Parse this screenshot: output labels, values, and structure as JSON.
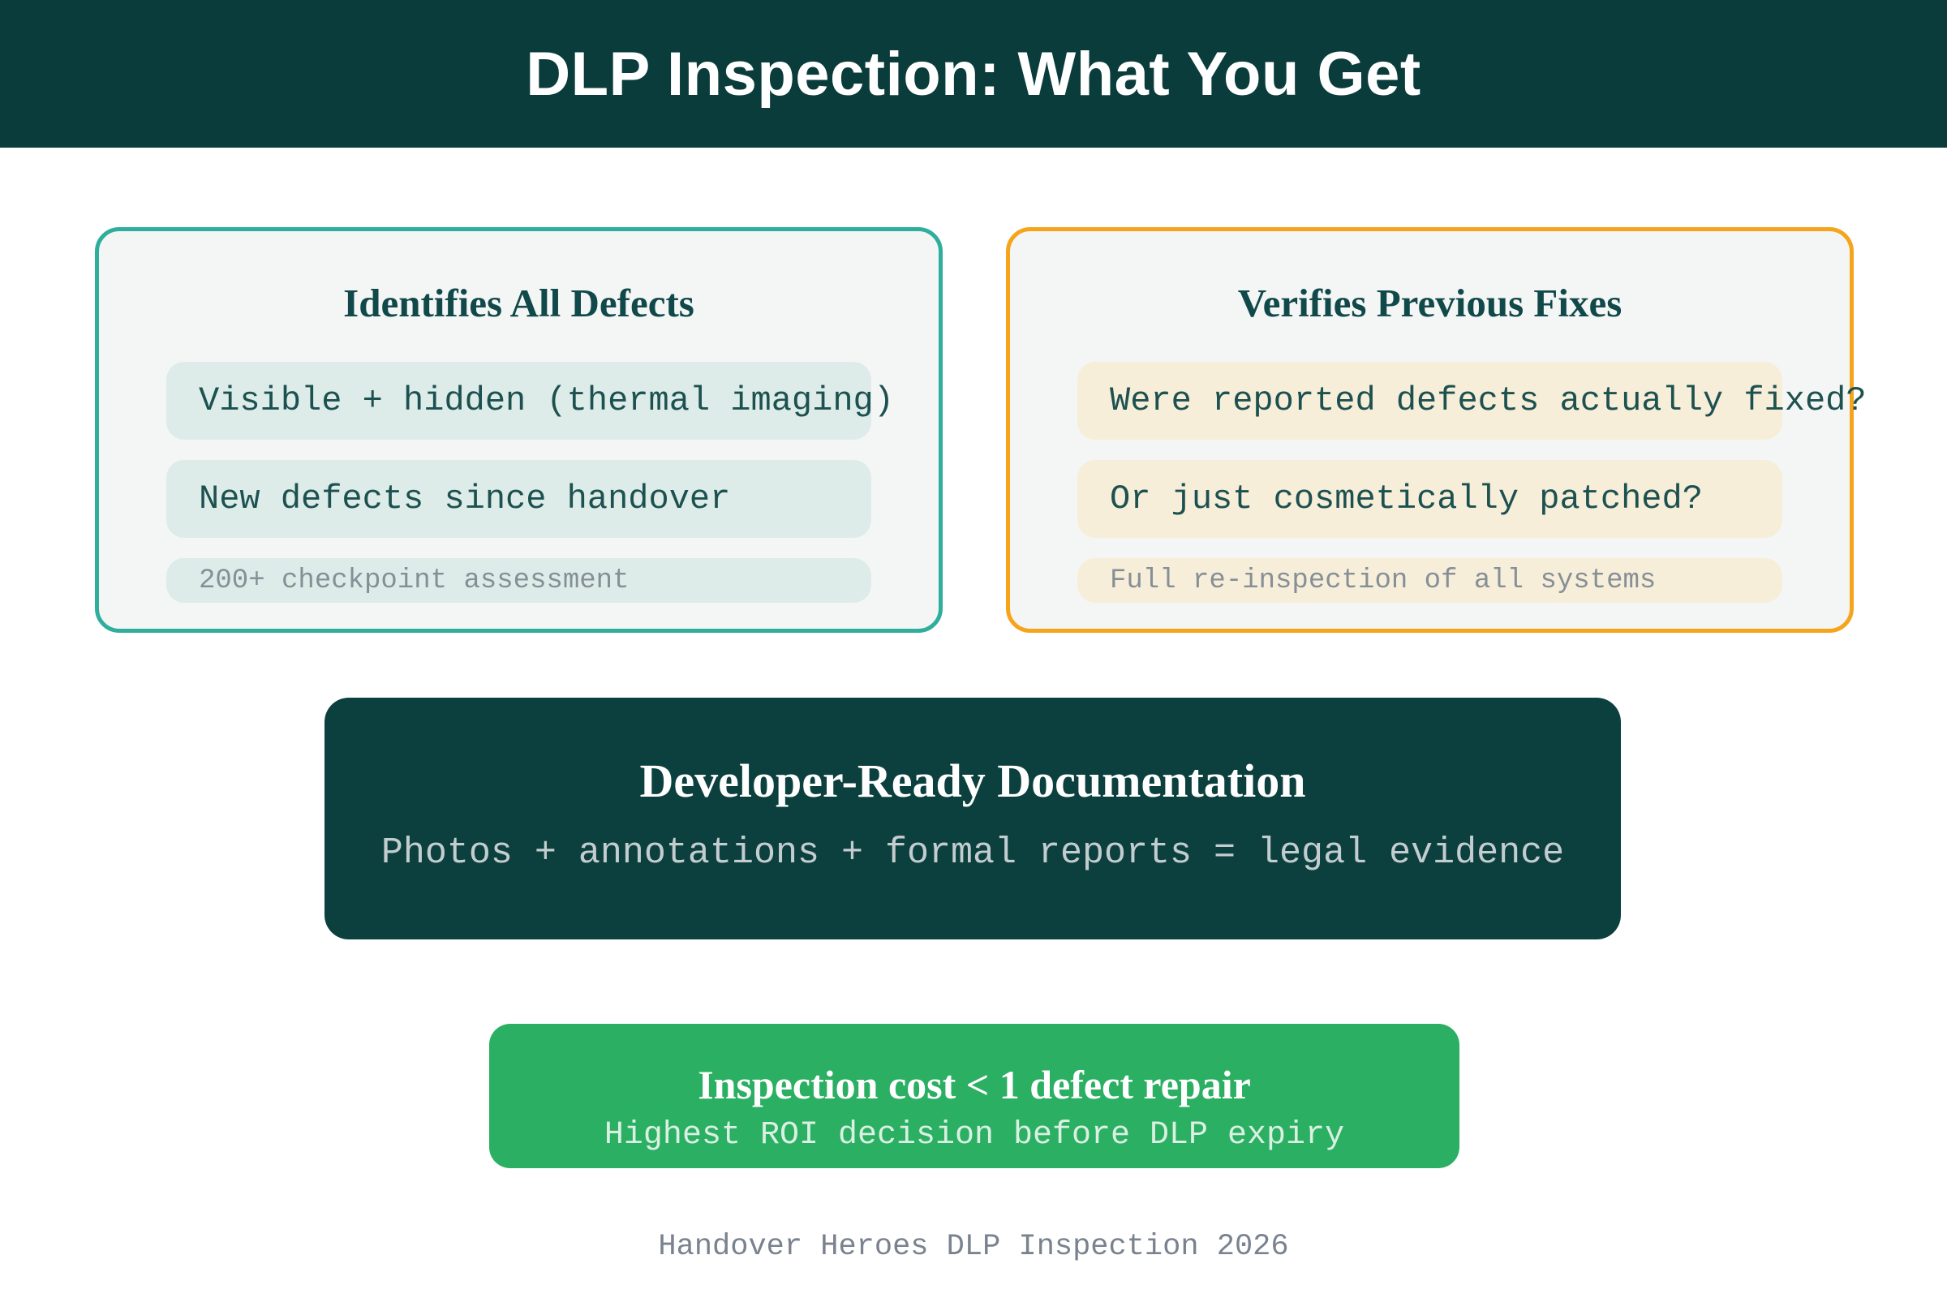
{
  "header": {
    "title": "DLP Inspection: What You Get"
  },
  "cards": [
    {
      "id": "identifies-all-defects",
      "title": "Identifies All Defects",
      "accent": "#2fae9d",
      "pill_bg": "#ddece9",
      "items": [
        {
          "text": "Visible + hidden (thermal imaging)",
          "muted": false
        },
        {
          "text": "New defects since handover",
          "muted": false
        },
        {
          "text": "200+ checkpoint assessment",
          "muted": true
        }
      ]
    },
    {
      "id": "verifies-previous-fixes",
      "title": "Verifies Previous Fixes",
      "accent": "#f6a41c",
      "pill_bg": "#f6eed9",
      "items": [
        {
          "text": "Were reported defects actually fixed?",
          "muted": false
        },
        {
          "text": "Or just cosmetically patched?",
          "muted": false
        },
        {
          "text": "Full re-inspection of all systems",
          "muted": true
        }
      ]
    }
  ],
  "documentation_banner": {
    "title": "Developer-Ready Documentation",
    "subtitle": "Photos + annotations + formal reports = legal evidence"
  },
  "roi_banner": {
    "title": "Inspection cost < 1 defect repair",
    "subtitle": "Highest ROI decision before DLP expiry"
  },
  "footer": {
    "text": "Handover Heroes DLP Inspection 2026"
  },
  "colors": {
    "header_bg": "#0a3c3b",
    "card_bg": "#f4f6f5",
    "teal_accent": "#2fae9d",
    "orange_accent": "#f6a41c",
    "teal_pill_bg": "#ddece9",
    "cream_pill_bg": "#f6eed9",
    "dark_teal_text": "#1d5150",
    "muted_text": "#878f96",
    "doc_banner_bg": "#0c403e",
    "doc_subtitle_text": "#c3cccf",
    "roi_banner_bg": "#2baf62",
    "roi_subtitle_text": "#d9f0e2",
    "footer_text": "#79828e"
  }
}
